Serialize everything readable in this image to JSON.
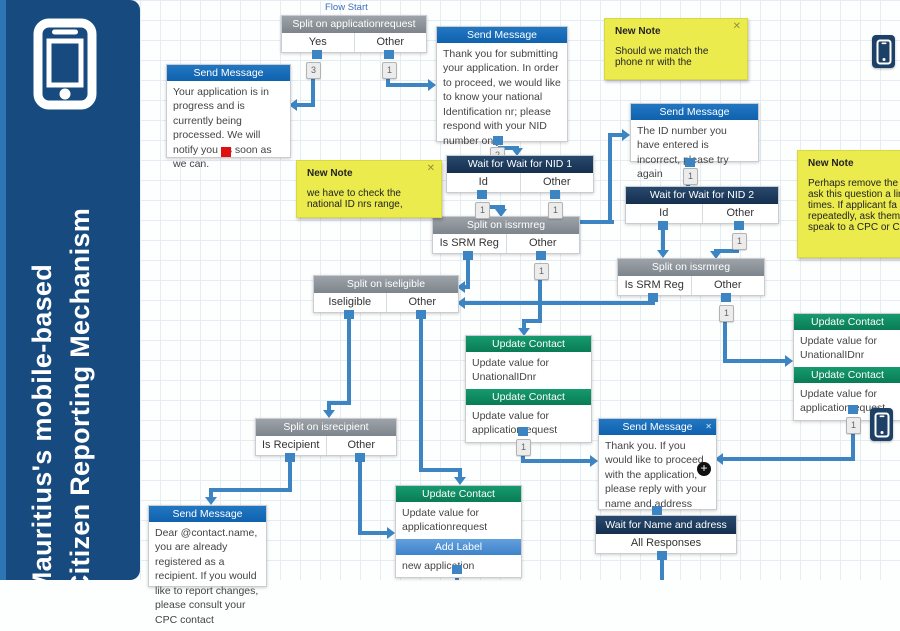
{
  "app": {
    "flow_start_label": "Flow Start"
  },
  "sidebar": {
    "title_line1": "Mauritius's mobile-based",
    "title_line2": "Citizen Reporting Mechanism"
  },
  "icons": {
    "close": "✕",
    "plus": "+"
  },
  "colors": {
    "sidebar_navy": "#174a7e",
    "send_header_blue": "#1569b8",
    "wait_header_navy": "#1d3a5e",
    "split_header_gray": "#8d949b",
    "update_header_green": "#0e8c62",
    "add_label_blue": "#4b8fd6",
    "note_yellow": "#ebeb4e",
    "connector_blue": "#3c85c2",
    "error_marker_red": "#e01010"
  },
  "nodes": {
    "split_app": {
      "title": "Split on applicationrequest",
      "branches": [
        "Yes",
        "Other"
      ],
      "exit_badges": [
        "3",
        "1"
      ]
    },
    "msg_progress": {
      "header": "Send Message",
      "body": "Your application is in progress and is currently being processed. We will notify you as soon as we can."
    },
    "msg_submit": {
      "header": "Send Message",
      "body": "Thank you for submitting your application. In order to proceed, we would like to know your national Identification nr; please respond with your NID number only",
      "exit_badge": "2"
    },
    "msg_incorrect": {
      "header": "Send Message",
      "body": "The ID number you have entered is incorrect, please try again",
      "exit_badge": "1"
    },
    "wait_nid1": {
      "title": "Wait for Wait for NID 1",
      "branches": [
        "Id",
        "Other"
      ],
      "exit_badges": [
        "1",
        "1"
      ]
    },
    "wait_nid2": {
      "title": "Wait for Wait for NID 2",
      "branches": [
        "Id",
        "Other"
      ],
      "exit_badge_other": "1"
    },
    "split_srm1": {
      "title": "Split on issrmreg",
      "branches": [
        "Is SRM Reg",
        "Other"
      ],
      "exit_badge_other": "1"
    },
    "split_srm2": {
      "title": "Split on issrmreg",
      "branches": [
        "Is SRM Reg",
        "Other"
      ],
      "exit_badge_other": "1"
    },
    "split_elig": {
      "title": "Split on iseligible",
      "branches": [
        "Iseligible",
        "Other"
      ]
    },
    "split_recip": {
      "title": "Split on isrecipient",
      "branches": [
        "Is Recipient",
        "Other"
      ]
    },
    "update_mid": {
      "header1": "Update Contact",
      "body1": "Update value for UnationalIDnr",
      "header2": "Update Contact",
      "body2": "Update value for applicationrequest",
      "exit_badge": "1"
    },
    "update_right": {
      "header1": "Update Contact",
      "body1": "Update value for UnationalIDnr",
      "header2": "Update Contact",
      "body2": "Update value for applicationrequest",
      "exit_badge": "1"
    },
    "update_label": {
      "header1": "Update Contact",
      "body1": "Update value for applicationrequest",
      "header2": "Add Label",
      "body2": "new application"
    },
    "msg_dear": {
      "header": "Send Message",
      "body": "Dear @contact.name, you are already registered as a recipient. If you would like to report changes, please consult your CPC contact"
    },
    "msg_proceed": {
      "header": "Send Message",
      "body": "Thank you. If you would like to proceed with the application, please reply with your name and address"
    },
    "wait_name": {
      "title": "Wait for Name and adress",
      "branches": [
        "All Responses"
      ]
    }
  },
  "notes": {
    "check_nid": {
      "title": "New Note",
      "body": "we have to check the national ID nrs range,"
    },
    "match_phone": {
      "title": "New Note",
      "body": "Should we match the phone nr with the"
    },
    "remove_loop": {
      "title": "New Note",
      "body": "Perhaps remove the loop re-ask this question a lim nr of times. If applicant fa repeatedly, ask them to speak to a CPC or CAB."
    }
  }
}
